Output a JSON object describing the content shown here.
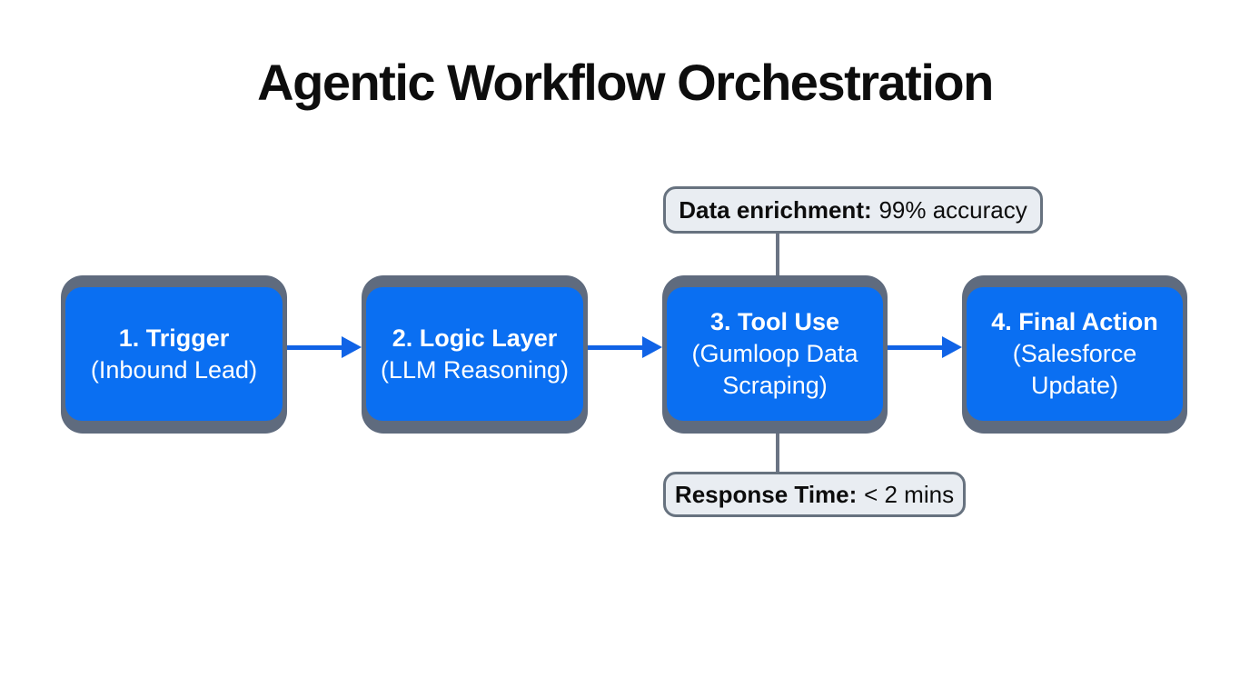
{
  "title": "Agentic Workflow Orchestration",
  "flow": {
    "direction": "left-to-right",
    "steps": [
      {
        "title": "1. Trigger",
        "subtitle": "(Inbound Lead)"
      },
      {
        "title": "2. Logic Layer",
        "subtitle": "(LLM Reasoning)"
      },
      {
        "title": "3. Tool Use",
        "subtitle": "(Gumloop Data Scraping)"
      },
      {
        "title": "4. Final Action",
        "subtitle": "(Salesforce Update)"
      }
    ]
  },
  "annotations": {
    "top": {
      "label": "Data enrichment:",
      "value": "99% accuracy",
      "position": "above",
      "connected_step": "3. Tool Use"
    },
    "bottom": {
      "label": "Response Time:",
      "value": "< 2 mins",
      "position": "below",
      "connected_step": "3. Tool Use"
    }
  },
  "colors": {
    "background": "#ffffff",
    "title_text": "#0d0d0d",
    "box_fill": "#0a6ff2",
    "box_frame": "#5f6b7e",
    "box_text": "#ffffff",
    "arrow": "#1063e6",
    "connector": "#6b7484",
    "annotation_bg": "#e9edf2",
    "annotation_border": "#67727f",
    "annotation_text": "#0d0d0d"
  }
}
